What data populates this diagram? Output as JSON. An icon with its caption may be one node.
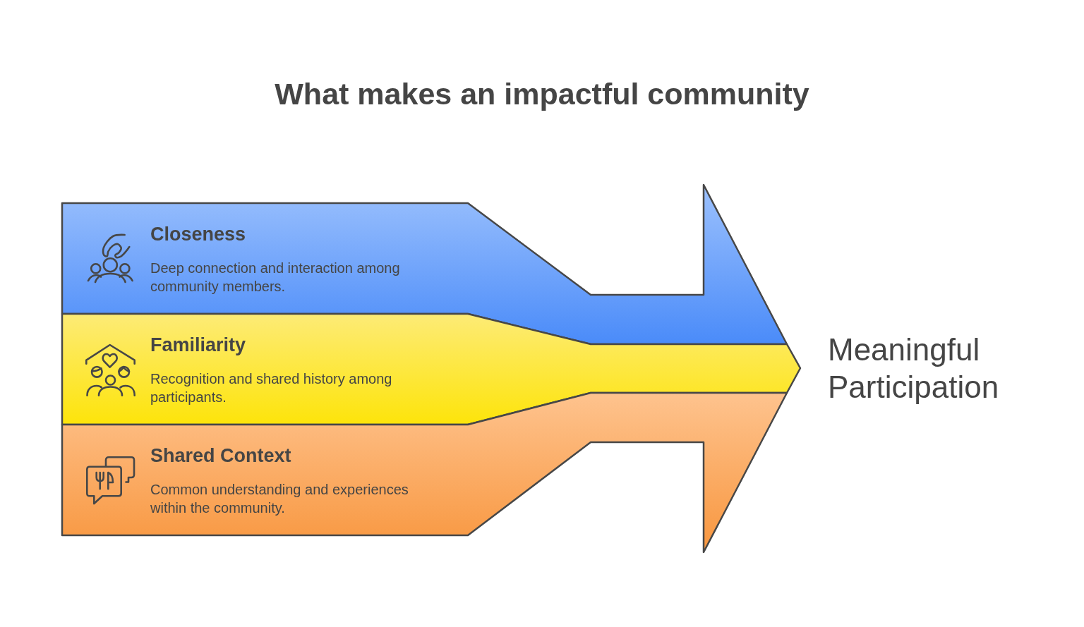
{
  "diagram": {
    "title": "What makes an impactful community",
    "nodes": [
      {
        "text": [
          "Closeness",
          "Deep connection and interaction among community members."
        ]
      },
      {
        "text": [
          "Familiarity",
          "Recognition and shared history among participants."
        ]
      },
      {
        "text": [
          "Shared Context",
          "Common understanding and experiences within the community."
        ]
      }
    ],
    "labels": [
      "Meaningful Participation"
    ]
  }
}
